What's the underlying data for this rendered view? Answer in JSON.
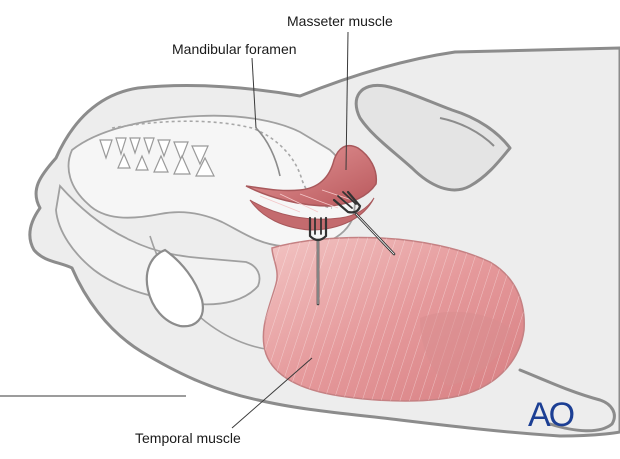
{
  "labels": {
    "masseter": "Masseter muscle",
    "mandibular_foramen": "Mandibular foramen",
    "temporal": "Temporal muscle"
  },
  "logo": {
    "text": "AO",
    "color": "#1c3f94"
  },
  "colors": {
    "outline": "#8a8a8a",
    "skin_fill": "#ececec",
    "bone_fill": "#f4f4f4",
    "muscle_fill": "#e8a5a6",
    "muscle_dark": "#c06a6d",
    "leader_line": "#3a3a3a"
  }
}
